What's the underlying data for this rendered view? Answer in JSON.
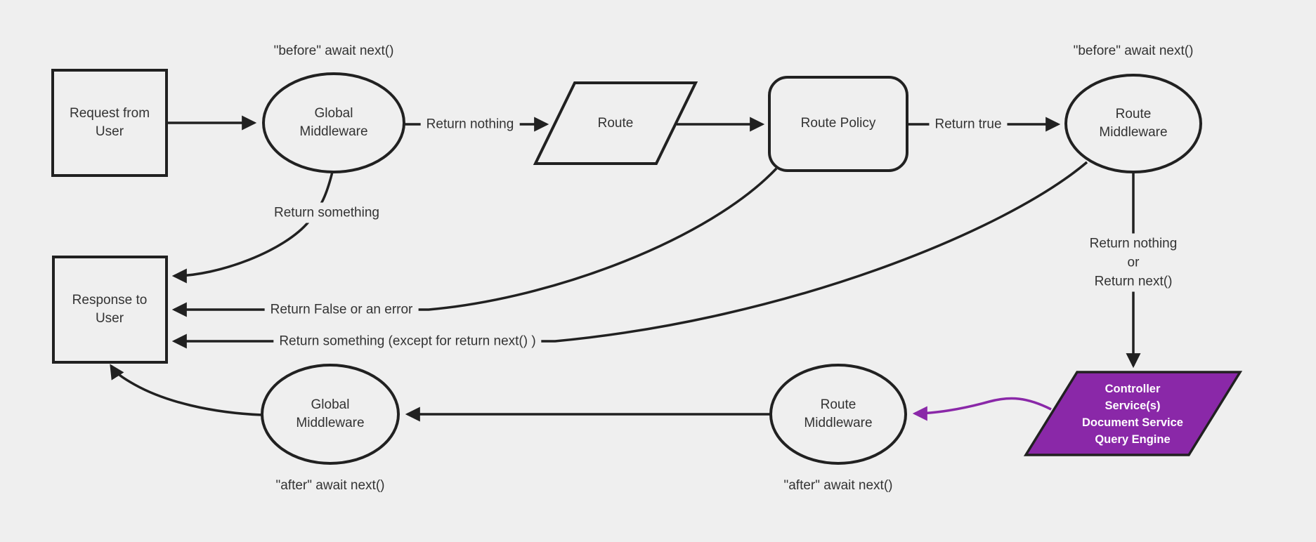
{
  "diagram": {
    "background_color": "#efefef",
    "stroke_color": "#212121",
    "text_color": "#333333",
    "accent_purple": "#8a28a8",
    "nodes": {
      "request": {
        "label": "Request from\nUser",
        "shape": "rectangle"
      },
      "global_middleware_top": {
        "label": "Global\nMiddleware",
        "shape": "ellipse"
      },
      "route": {
        "label": "Route",
        "shape": "parallelogram"
      },
      "route_policy": {
        "label": "Route Policy",
        "shape": "rounded-rectangle"
      },
      "route_middleware_top": {
        "label": "Route\nMiddleware",
        "shape": "ellipse"
      },
      "response": {
        "label": "Response to\nUser",
        "shape": "rectangle"
      },
      "controller": {
        "label": "Controller\nService(s)\nDocument Service\nQuery Engine",
        "shape": "parallelogram",
        "fill": "#8a28a8"
      },
      "route_middleware_bottom": {
        "label": "Route\nMiddleware",
        "shape": "ellipse"
      },
      "global_middleware_bottom": {
        "label": "Global\nMiddleware",
        "shape": "ellipse"
      }
    },
    "annotations": {
      "before_global": "\"before\" await next()",
      "before_route": "\"before\" await next()",
      "after_global": "\"after\" await next()",
      "after_route": "\"after\" await next()"
    },
    "edge_labels": {
      "return_nothing": "Return nothing",
      "return_true": "Return true",
      "return_something": "Return something",
      "return_false": "Return False or an error",
      "return_except": "Return something (except for return next() )",
      "return_nothing_or_next": "Return nothing\nor\nReturn next()"
    }
  }
}
